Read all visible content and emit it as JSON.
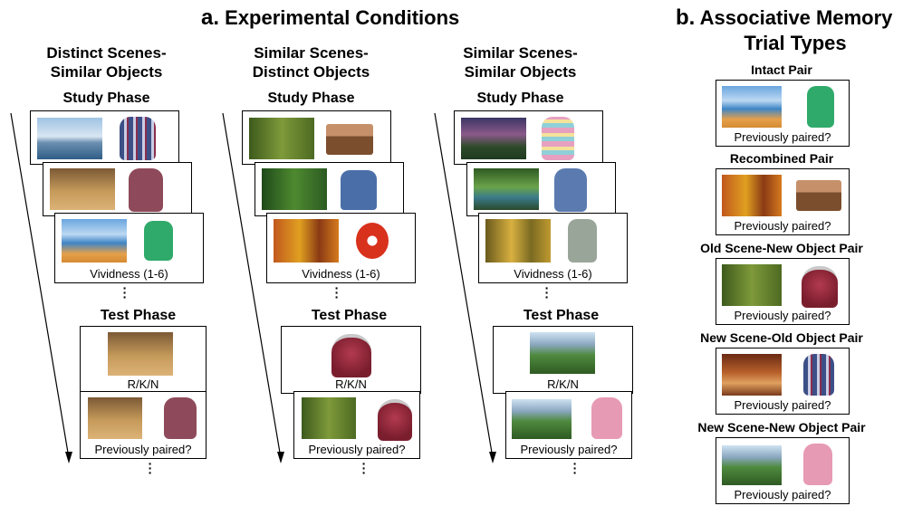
{
  "panel_a": {
    "title_letter": "a.",
    "title": "Experimental Conditions",
    "conditions": [
      {
        "title_line1": "Distinct Scenes-",
        "title_line2": "Similar Objects",
        "study_label": "Study Phase",
        "vividness": "Vividness  (1-6)",
        "test_label": "Test Phase",
        "rkn": "R/K/N",
        "paired": "Previously   paired?"
      },
      {
        "title_line1": "Similar Scenes-",
        "title_line2": "Distinct Objects",
        "study_label": "Study Phase",
        "vividness": "Vividness  (1-6)",
        "test_label": "Test Phase",
        "rkn": "R/K/N",
        "paired": "Previously   paired?"
      },
      {
        "title_line1": "Similar Scenes-",
        "title_line2": "Similar Objects",
        "study_label": "Study Phase",
        "vividness": "Vividness  (1-6)",
        "test_label": "Test Phase",
        "rkn": "R/K/N",
        "paired": "Previously   paired?"
      }
    ]
  },
  "panel_b": {
    "title_letter": "b.",
    "title_line1": "Associative Memory",
    "title_line2": "Trial Types",
    "trials": [
      {
        "label": "Intact Pair",
        "caption": "Previously   paired?"
      },
      {
        "label": "Recombined Pair",
        "caption": "Previously   paired?"
      },
      {
        "label": "Old Scene-New Object Pair",
        "caption": "Previously   paired?"
      },
      {
        "label": "New Scene-Old Object Pair",
        "caption": "Previously   paired?"
      },
      {
        "label": "New Scene-New Object Pair",
        "caption": "Previously   paired?"
      }
    ]
  },
  "colors": {
    "glacier": "#8fb6d8",
    "gym": "#b07a3e",
    "lake": "#3f86c6",
    "sand": "#e6a04a",
    "forest": "#5f7d2c",
    "autumn": "#c1581e",
    "night": "#3b3565",
    "mountain": "#4f8a3f",
    "studio": "#b8612b",
    "pack_green": "#2faa6a",
    "pack_plaid": "#3c4f86",
    "pack_maroon": "#8e4a5a",
    "pack_pink": "#e79ab4",
    "pack_stripe": "#e7a0c0",
    "pack_blue": "#5b7bb0",
    "pack_gray": "#9aa59a",
    "crown": "#7a1e2e",
    "organizer": "#7b4e2e",
    "ribbon": "#d8311c",
    "chair": "#4a6fa8"
  }
}
